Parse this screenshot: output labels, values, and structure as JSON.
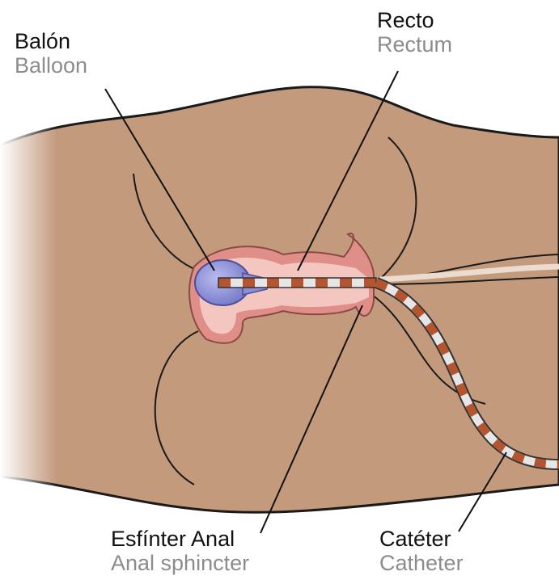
{
  "labels": {
    "balloon": {
      "es": "Balón",
      "en": "Balloon"
    },
    "rectum": {
      "es": "Recto",
      "en": "Rectum"
    },
    "sphincter": {
      "es": "Esfínter Anal",
      "en": "Anal sphincter"
    },
    "catheter": {
      "es": "Catéter",
      "en": "Catheter"
    }
  },
  "colors": {
    "skin": "#c49a7d",
    "skin_outline": "#1a1a1a",
    "rectal_wall": "#e08e88",
    "rectal_lumen": "#f4c6c0",
    "balloon": "#8c8fd8",
    "catheter_stripe_dark": "#b5552f",
    "catheter_stripe_light": "#e6e6e6",
    "label_primary": "#111111",
    "label_secondary": "#8c8c8c"
  }
}
